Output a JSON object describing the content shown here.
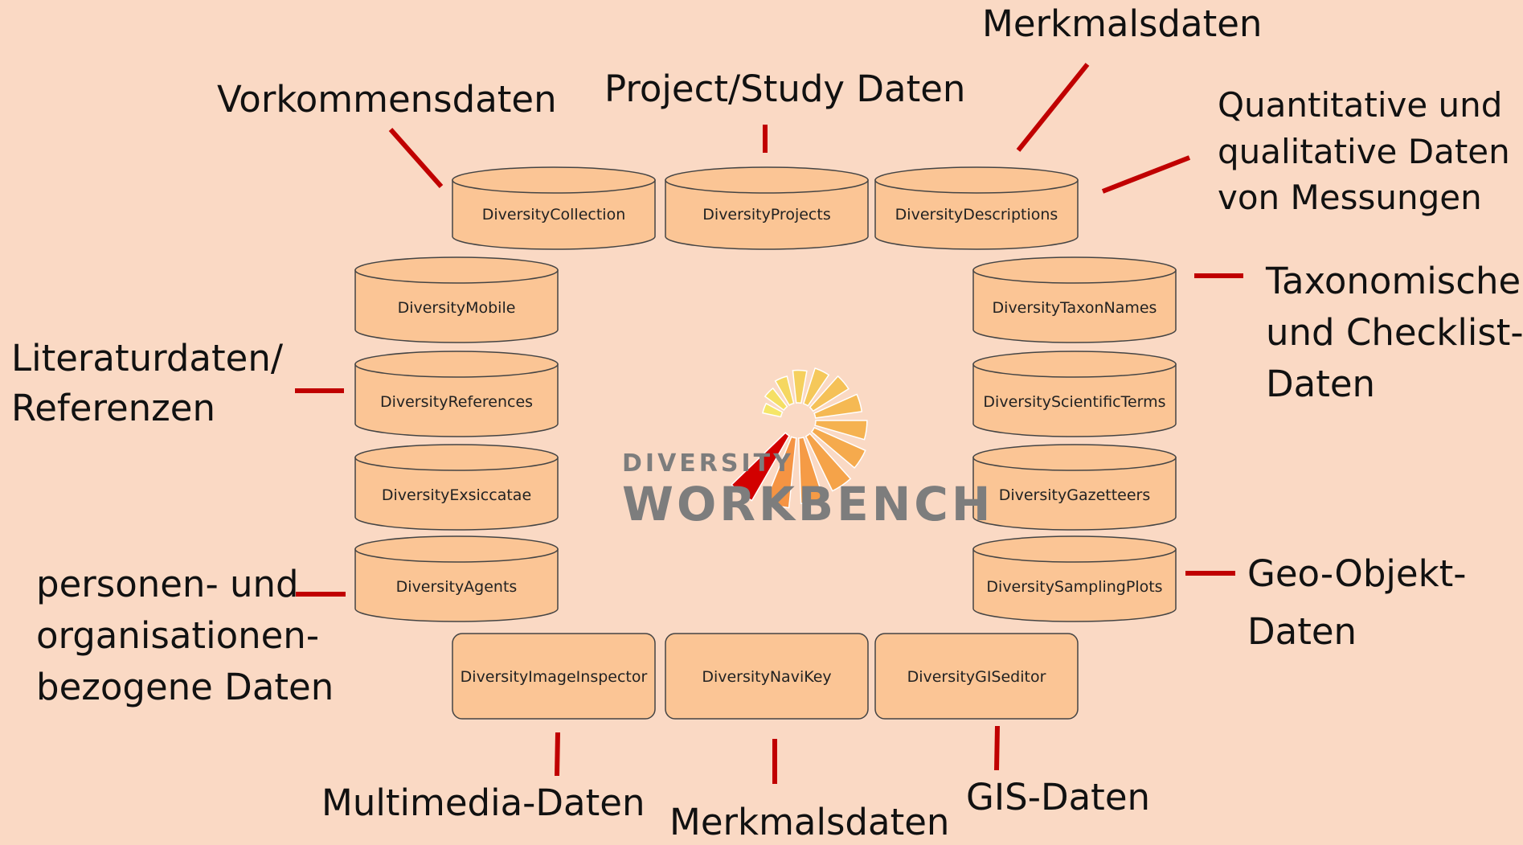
{
  "labels": {
    "vorkommensdaten": "Vorkommensdaten",
    "project_study": "Project/Study Daten",
    "merkmalsdaten_top": "Merkmalsdaten",
    "quantitative": [
      "Quantitative und",
      "qualitative Daten",
      "von Messungen"
    ],
    "taxonomische": [
      "Taxonomische",
      "und Checklist-",
      "Daten"
    ],
    "literatur": [
      "Literaturdaten/",
      "Referenzen"
    ],
    "personen": [
      "personen- und",
      "organisationen-",
      "bezogene Daten"
    ],
    "geo_objekt": [
      "Geo-Objekt-",
      "Daten"
    ],
    "multimedia": "Multimedia-Daten",
    "merkmalsdaten_bottom": "Merkmalsdaten",
    "gis": "GIS-Daten"
  },
  "databases": {
    "collection": "DiversityCollection",
    "projects": "DiversityProjects",
    "descriptions": "DiversityDescriptions",
    "mobile": "DiversityMobile",
    "references": "DiversityReferences",
    "exsiccatae": "DiversityExsiccatae",
    "agents": "DiversityAgents",
    "taxonnames": "DiversityTaxonNames",
    "scientificterms": "DiversityScientificTerms",
    "gazetteers": "DiversityGazetteers",
    "samplingplots": "DiversitySamplingPlots"
  },
  "applications": {
    "imageinspector": "DiversityImageInspector",
    "navikey": "DiversityNaviKey",
    "giseditor": "DiversityGISeditor"
  },
  "logo": {
    "line1": "DIVERSITY",
    "line2": "WORKBENCH"
  },
  "colors": {
    "background": "#fad9c4",
    "box_fill": "#fbc595",
    "box_stroke": "#444444",
    "connector": "#c00000",
    "logo_text": "#7d7d7d",
    "logo_orange": "#f07a1e",
    "logo_red": "#d20000"
  }
}
